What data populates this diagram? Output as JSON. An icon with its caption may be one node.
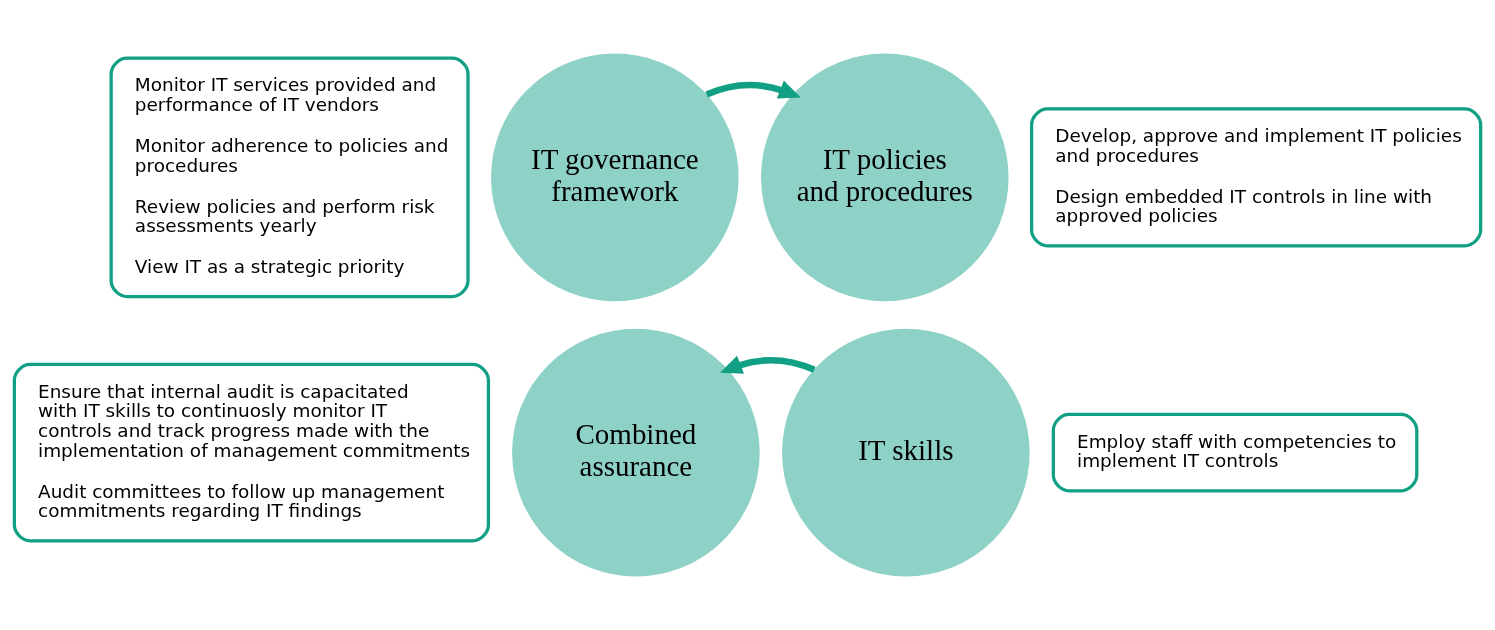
{
  "diagram": {
    "nodes": [
      {
        "text": [
          "Monitor IT services provided and performance of IT vendors",
          "Monitor adherence to policies and procedures",
          "Review policies and perform risk assessments yearly",
          "View IT as a strategic priority"
        ]
      },
      {
        "text": [
          "IT governance framework"
        ]
      },
      {
        "text": [
          "IT policies and procedures"
        ]
      },
      {
        "text": [
          "Develop, approve and implement IT policies and procedures",
          "Design embedded IT controls in line with approved policies"
        ]
      },
      {
        "text": [
          "Ensure that internal audit is capacitated with IT skills to continuosly monitor IT controls and track progress made with the implementation of management commitments",
          "Audit committees to follow up management commitments regarding IT findings"
        ]
      },
      {
        "text": [
          "Combined assurance"
        ]
      },
      {
        "text": [
          "IT skills"
        ]
      },
      {
        "text": [
          "Employ staff with competencies to implement IT controls"
        ]
      }
    ],
    "edges": [
      {
        "from": 1,
        "to": 2,
        "arrow": "to"
      },
      {
        "from": 6,
        "to": 5,
        "arrow": "to"
      }
    ]
  }
}
